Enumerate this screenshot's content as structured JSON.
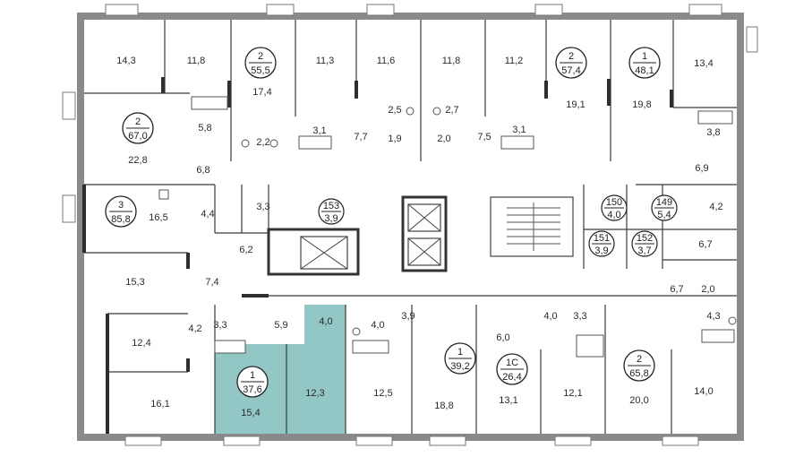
{
  "plan": {
    "highlight_color": "#93c7c6",
    "apartments": [
      {
        "id": "apt-55",
        "rooms": "2",
        "total": "55,5"
      },
      {
        "id": "apt-57",
        "rooms": "2",
        "total": "57,4"
      },
      {
        "id": "apt-48",
        "rooms": "1",
        "total": "48,1"
      },
      {
        "id": "apt-67",
        "rooms": "2",
        "total": "67,0"
      },
      {
        "id": "apt-85",
        "rooms": "3",
        "total": "85,8"
      },
      {
        "id": "apt-37",
        "rooms": "1",
        "total": "37,6",
        "highlighted": true
      },
      {
        "id": "apt-39",
        "rooms": "1",
        "total": "39,2"
      },
      {
        "id": "apt-26",
        "rooms": "1С",
        "total": "26,4"
      },
      {
        "id": "apt-65",
        "rooms": "2",
        "total": "65,8"
      }
    ],
    "storage_units": [
      {
        "number": "153",
        "area": "3,9"
      },
      {
        "number": "150",
        "area": "4,0"
      },
      {
        "number": "149",
        "area": "5,4"
      },
      {
        "number": "151",
        "area": "3,9"
      },
      {
        "number": "152",
        "area": "3,7"
      }
    ],
    "room_areas": [
      "14,3",
      "11,8",
      "17,4",
      "11,3",
      "11,6",
      "11,8",
      "11,2",
      "19,1",
      "19,8",
      "13,4",
      "5,8",
      "2,2",
      "3,1",
      "7,7",
      "2,5",
      "1,9",
      "2,7",
      "2,0",
      "7,5",
      "3,1",
      "3,8",
      "22,8",
      "6,8",
      "6,9",
      "16,5",
      "4,4",
      "3,3",
      "4,2",
      "6,2",
      "6,7",
      "15,3",
      "7,4",
      "6,7",
      "2,0",
      "4,3",
      "5,9",
      "4,0",
      "4,0",
      "3,9",
      "6,0",
      "4,0",
      "3,3",
      "3,3",
      "4,2",
      "12,4",
      "16,1",
      "15,4",
      "12,3",
      "12,5",
      "18,8",
      "13,1",
      "12,1",
      "20,0",
      "14,0"
    ]
  }
}
